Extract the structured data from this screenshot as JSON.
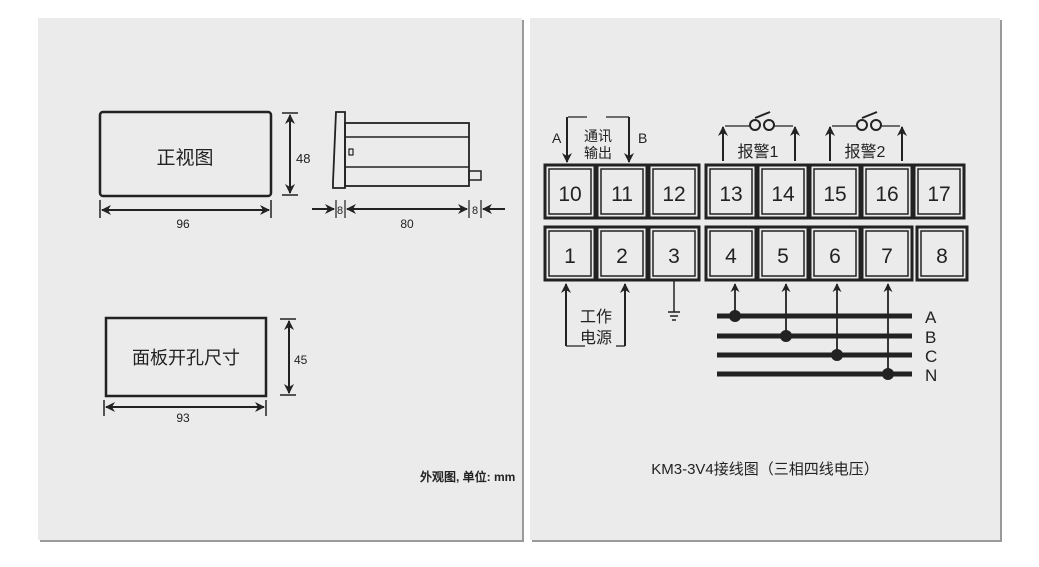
{
  "left_panel": {
    "front_view_label": "正视图",
    "front_width": "96",
    "front_height": "48",
    "side_left_margin": "8",
    "side_depth": "80",
    "side_right_margin": "8",
    "cutout_label": "面板开孔尺寸",
    "cutout_width": "93",
    "cutout_height": "45",
    "caption": "外观图, 单位: mm"
  },
  "right_panel": {
    "comm_a": "A",
    "comm_b": "B",
    "comm_label_1": "通讯",
    "comm_label_2": "输出",
    "alarm1": "报警1",
    "alarm2": "报警2",
    "top_terminals": [
      "10",
      "11",
      "12",
      "13",
      "14",
      "15",
      "16",
      "17"
    ],
    "bottom_terminals": [
      "1",
      "2",
      "3",
      "4",
      "5",
      "6",
      "7",
      "8"
    ],
    "power_label_1": "工作",
    "power_label_2": "电源",
    "phases": [
      "A",
      "B",
      "C",
      "N"
    ],
    "caption": "KM3-3V4接线图（三相四线电压）"
  },
  "colors": {
    "panel": "#ebebeb",
    "ink": "#222222",
    "shadow": "#9a9a9a"
  }
}
